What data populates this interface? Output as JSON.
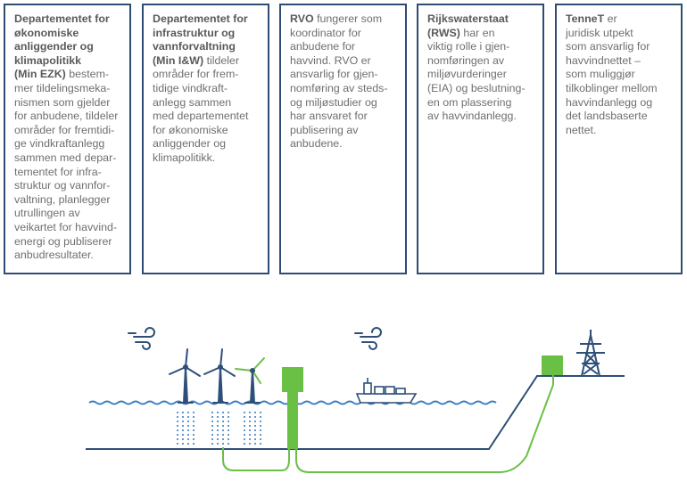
{
  "cards": [
    {
      "bold": "Departementet for \nøkonomiske \nanliggender og \nklimapolitikk \n(Min EZK)",
      "text": " bestem-\nmer tildelingsmeka-\nnismen som gjelder \nfor anbudene, tildeler \nområder for fremtidi-\nge vindkraftanlegg \nsammen med depar-\ntementet for infra-\nstruktur og vannfor-\nvaltning, planlegger \nutrullingen av \nveikartet for havvind-\nenergi og publiserer \nanbudresultater."
    },
    {
      "bold": "Departementet for \ninfrastruktur og \nvannforvaltning \n(Min I&W)",
      "text": " tildeler \nområder for frem-\ntidige vindkraft-\nanlegg sammen \nmed departementet \nfor økonomiske \nanliggender og \nklimapolitikk."
    },
    {
      "bold": "RVO",
      "text": " fungerer som \nkoordinator for \nanbudene for \nhavvind. RVO er \nansvarlig for gjen-\nnomføring av steds-\nog miljøstudier og \nhar ansvaret for \npublisering av \nanbudene."
    },
    {
      "bold": "Rijkswaterstaat \n(RWS)",
      "text": " har en \nviktig rolle i gjen-\nnomføringen av \nmiljøvurderinger \n(EIA) og beslutning-\nen om plassering \nav havvindanlegg."
    },
    {
      "bold": "TenneT",
      "text": " er \n juridisk utpekt \nsom ansvarlig for \nhavvindnettet – \nsom muliggjør \ntilkoblinger mellom \nhavvindanlegg og \ndet landsbaserte \nnettet."
    }
  ],
  "colors": {
    "border": "#2f4c73",
    "text": "#6f6f6f",
    "navy": "#2d4f78",
    "green": "#6abf45",
    "wave": "#3b7fc4"
  },
  "icons": [
    "wind-gust-icon",
    "wind-turbine-icon",
    "substation-icon",
    "ship-icon",
    "transmission-tower-icon"
  ]
}
